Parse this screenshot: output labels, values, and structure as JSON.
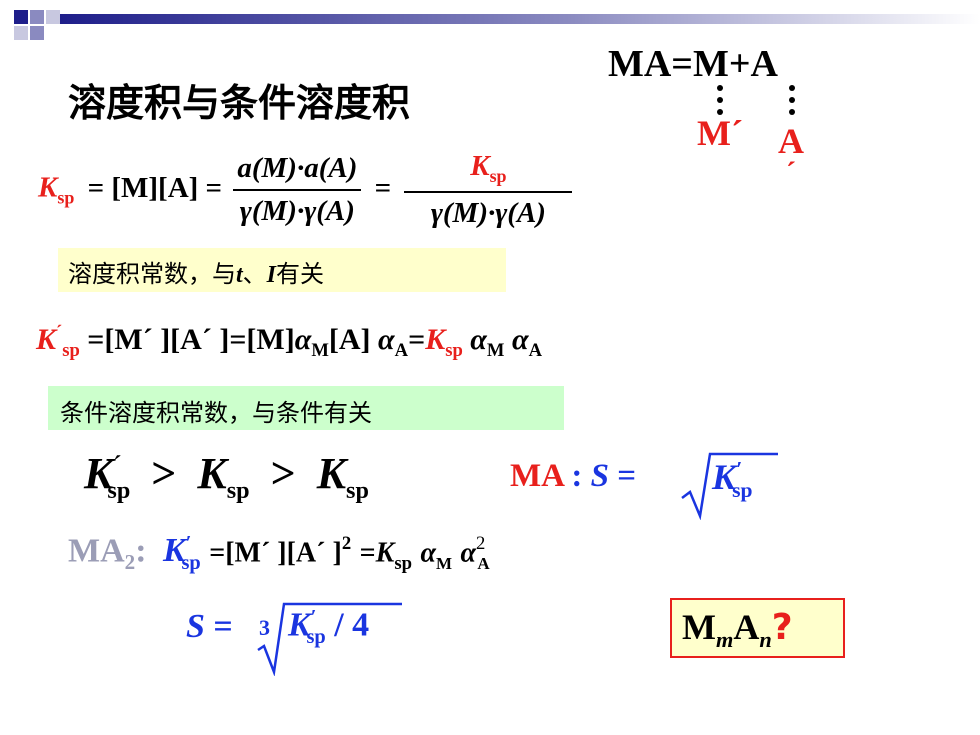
{
  "slide": {
    "title": "溶度积与条件溶度积",
    "reaction": {
      "left": "MA=M+A",
      "m_prime": "M´",
      "a_prime": "A",
      "a_prime_mark": "´"
    },
    "ksp_label": "K",
    "ksp_sub": "sp",
    "ksp_equals_brackets": "= [M][A] =",
    "ksp_frac1_num": "a(M)·a(A)",
    "ksp_frac1_den": "γ(M)·γ(A)",
    "ksp_equals2": "=",
    "ksp_frac2_den": "γ(M)·γ(A)",
    "note1_prefix": "溶度积常数，与",
    "note1_t": "t",
    "note1_sep": "、",
    "note1_I": "I",
    "note1_suffix": "有关",
    "cond_ksp_label": "K",
    "cond_ksp_prime": "´",
    "cond_ksp_mid": "=[M´ ][A´ ]=[M]",
    "alpha": "α",
    "alpha_M": "M",
    "cond_ksp_A": "[A]",
    "alpha_A": "A",
    "eq_sign": "=",
    "note2": "条件溶度积常数，与条件有关",
    "ineq_gt": ">",
    "ma_label": "MA",
    "ma_colon": ":",
    "S": "S",
    "prime": "′",
    "ma2_label": "MA",
    "ma2_sub": "2",
    "ma2_colon": ":",
    "ma2_mid": "=[M´ ][A´ ]",
    "ma2_sup": "2",
    "ma2_eq": "=",
    "ma2_alpha_sup": "2",
    "S_cube_index": "3",
    "S_cube_tail": "/ 4",
    "mman_M": "M",
    "mman_m": "m",
    "mman_A": "A",
    "mman_n": "n",
    "mman_q": "?"
  },
  "colors": {
    "title": "#000000",
    "red": "#e8201c",
    "blue": "#1a35e0",
    "gray": "#9b9db6",
    "note1_bg": "#ffffcc",
    "note2_bg": "#ccffcc",
    "mman_bg": "#ffffcc",
    "mman_border": "#e8201c",
    "bar_dark": "#1e1e8a"
  }
}
